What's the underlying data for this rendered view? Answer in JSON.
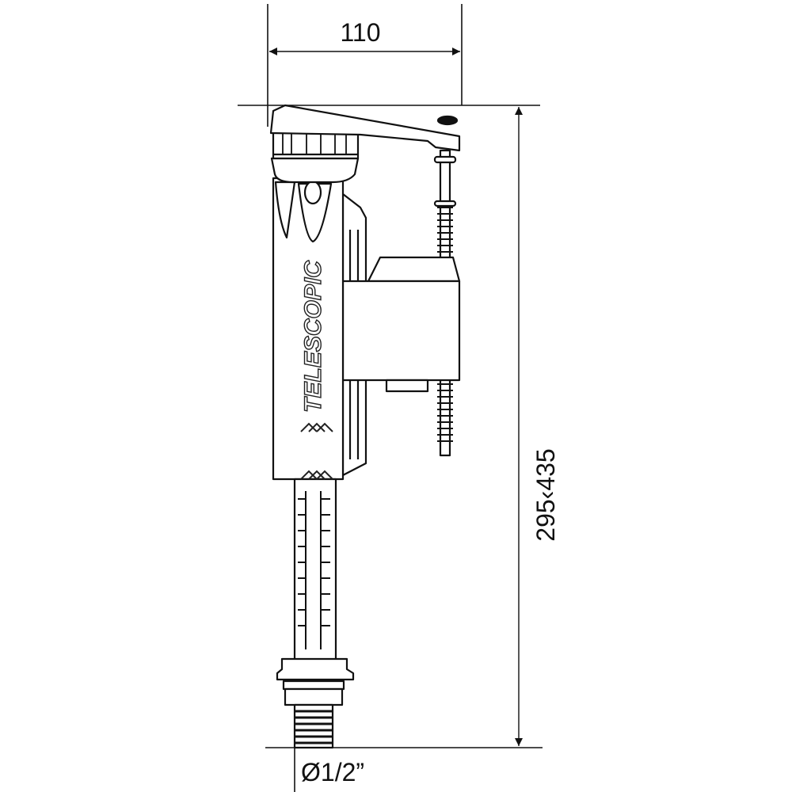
{
  "dimensions": {
    "width_label": "110",
    "height_label": "295‹435",
    "thread_label": "Ø1/2”"
  },
  "product": {
    "brand_text": "TELESCOPIC"
  },
  "colors": {
    "line": "#111111",
    "background": "#ffffff"
  }
}
